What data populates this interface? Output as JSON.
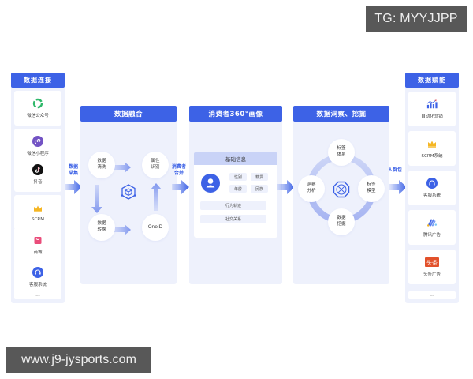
{
  "watermarks": {
    "top_right": "TG: MYYJJPP",
    "bottom_left": "www.j9-jysports.com"
  },
  "colors": {
    "accent": "#3d62e6",
    "panel_bg": "#eef1fc",
    "card_bg": "#ffffff",
    "watermark_bg": "#585858"
  },
  "data_connect": {
    "title": "数据连接",
    "items": [
      {
        "label": "微信公众号",
        "icon": "wechat-official-account-icon"
      },
      {
        "label": "微信小程序",
        "icon": "wechat-mini-program-icon"
      },
      {
        "label": "抖音",
        "icon": "douyin-icon"
      },
      {
        "label": "SCRM",
        "icon": "crown-icon"
      },
      {
        "label": "商城",
        "icon": "shopping-bag-icon"
      },
      {
        "label": "客服系统",
        "icon": "headset-icon"
      }
    ],
    "more": "..."
  },
  "flows": {
    "collect": "数据\n采集",
    "merge": "消费者\n合并",
    "crowd": "人群包"
  },
  "data_fusion": {
    "title": "数据融合",
    "nodes": {
      "clean": "数据\n清洗",
      "identify": "属性\n识别",
      "transform": "数据\n转换",
      "oneid": "OneID"
    }
  },
  "consumer_profile": {
    "title": "消费者360°画像",
    "card_title": "基础信息",
    "chips": [
      "性别",
      "籍贯",
      "年龄",
      "民族"
    ],
    "bars": [
      "行为轨迹",
      "社交关系"
    ]
  },
  "data_insight": {
    "title": "数据洞察、挖掘",
    "nodes": {
      "tag_system": "标签\n体系",
      "insight": "洞察\n分析",
      "tag_model": "标签\n模型",
      "mining": "数据\n挖掘"
    }
  },
  "data_empower": {
    "title": "数据赋能",
    "items": [
      {
        "label": "自动化营销",
        "icon": "growth-chart-icon"
      },
      {
        "label": "SCRM系统",
        "icon": "crown-icon"
      },
      {
        "label": "客服系统",
        "icon": "headset-icon"
      },
      {
        "label": "腾讯广告",
        "icon": "tencent-ads-icon"
      },
      {
        "label": "头条广告",
        "icon": "toutiao-ads-icon"
      }
    ],
    "more": "..."
  }
}
